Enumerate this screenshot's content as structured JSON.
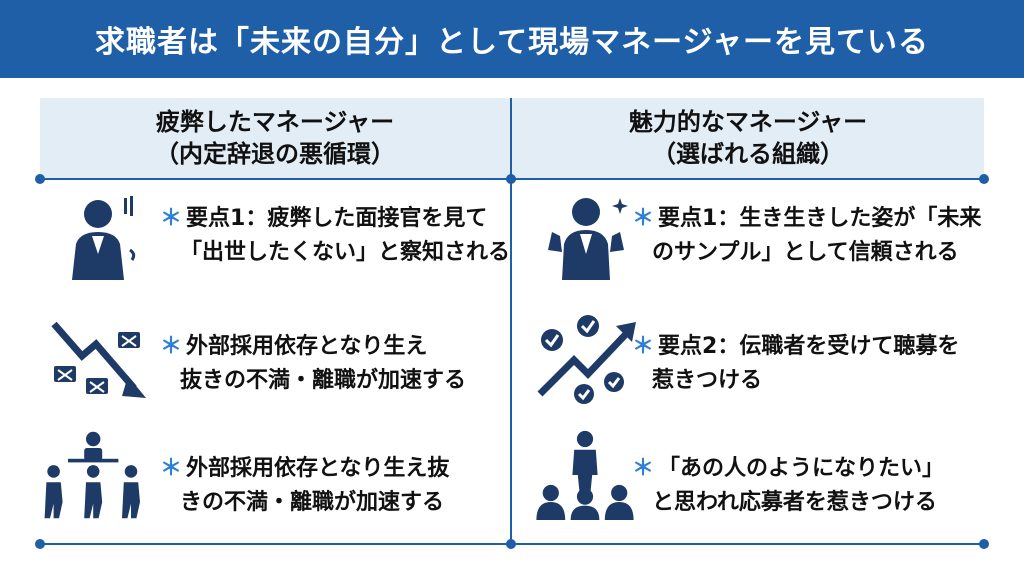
{
  "header": {
    "title": "求職者は「未来の自分」として現場マネージャーを見ている"
  },
  "columns": [
    {
      "title_line1": "疲弊したマネージャー",
      "title_line2": "（内定辞退の悪循環）"
    },
    {
      "title_line1": "魅力的なマネージャー",
      "title_line2": "（選ばれる組織）"
    }
  ],
  "left_items": [
    {
      "icon": "tired-manager-icon",
      "line1": "要点1：疲弊した面接官を見て",
      "line2": "「出世したくない」と察知される"
    },
    {
      "icon": "declining-arrow-briefcase-icon",
      "line1": "外部採用依存となり生え",
      "line2": "抜きの不満・離職が加速する"
    },
    {
      "icon": "people-leaving-icon",
      "line1": "外部採用依存となり生え抜",
      "line2": "きの不満・離職が加速する"
    }
  ],
  "right_items": [
    {
      "icon": "energetic-manager-icon",
      "line1": "要点1：生き生きした姿が「未来",
      "line2": "のサンプル」として信頼される"
    },
    {
      "icon": "rising-arrow-check-icon",
      "line1": "要点2：伝職者を受けて聴募を",
      "line2": "惹きつける"
    },
    {
      "icon": "leader-audience-icon",
      "line1": "「あの人のようになりたい」",
      "line2": "と思われ応募者を惹きつける"
    }
  ],
  "colors": {
    "primary": "#1f5fa8",
    "header_bg": "#1f5fa8",
    "column_head_bg": "#e3edf6",
    "accent": "#2f7fd6"
  },
  "bullet_symbol": "＊"
}
